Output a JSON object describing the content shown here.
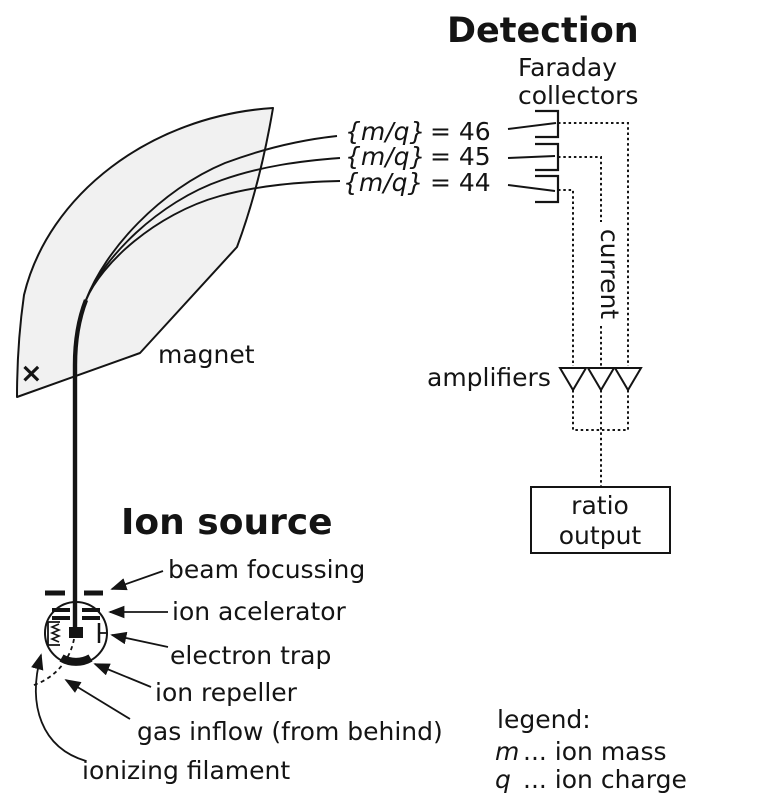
{
  "colors": {
    "ink": "#141414",
    "magnet_fill": "#f1f1f1",
    "background": "#ffffff"
  },
  "detection": {
    "title": "Detection",
    "faraday_line1": "Faraday",
    "faraday_line2": "collectors",
    "beams": [
      {
        "formula": "{m/q}",
        "value": "= 46"
      },
      {
        "formula": "{m/q}",
        "value": "= 45"
      },
      {
        "formula": "{m/q}",
        "value": "= 44"
      }
    ],
    "current_label": "current",
    "amplifiers_label": "amplifiers",
    "ratio_box": {
      "line1": "ratio",
      "line2": "output"
    }
  },
  "magnet": {
    "label": "magnet",
    "field_symbol": "×"
  },
  "ion_source": {
    "title": "Ion source",
    "labels": {
      "beam_focussing": "beam focussing",
      "ion_accelerator": "ion acelerator",
      "electron_trap": "electron trap",
      "ion_repeller": "ion repeller",
      "gas_inflow": "gas inflow (from behind)",
      "ionizing_filament": "ionizing filament"
    }
  },
  "legend": {
    "title": "legend:",
    "entries": [
      {
        "symbol": "m",
        "description": "... ion mass"
      },
      {
        "symbol": "q",
        "description": "... ion charge"
      }
    ]
  }
}
